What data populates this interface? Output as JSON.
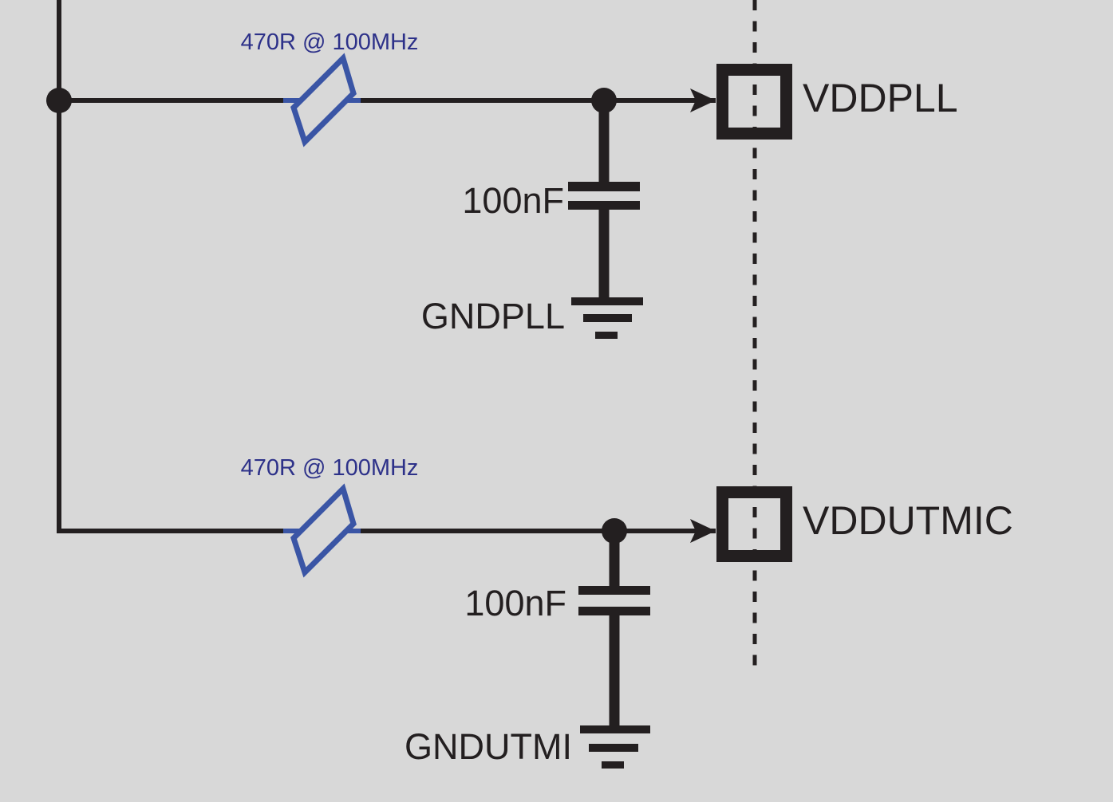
{
  "colors": {
    "background": "#d8d8d8",
    "ink": "#231f20",
    "bead_blue": "#3a55a5",
    "bead_label_navy": "#2d3189"
  },
  "branches": [
    {
      "bead_label": "470R @ 100MHz",
      "cap_label": "100nF",
      "gnd_label": "GNDPLL",
      "pin_label": "VDDPLL"
    },
    {
      "bead_label": "470R @ 100MHz",
      "cap_label": "100nF",
      "gnd_label": "GNDUTMI",
      "pin_label": "VDDUTMIC"
    }
  ]
}
